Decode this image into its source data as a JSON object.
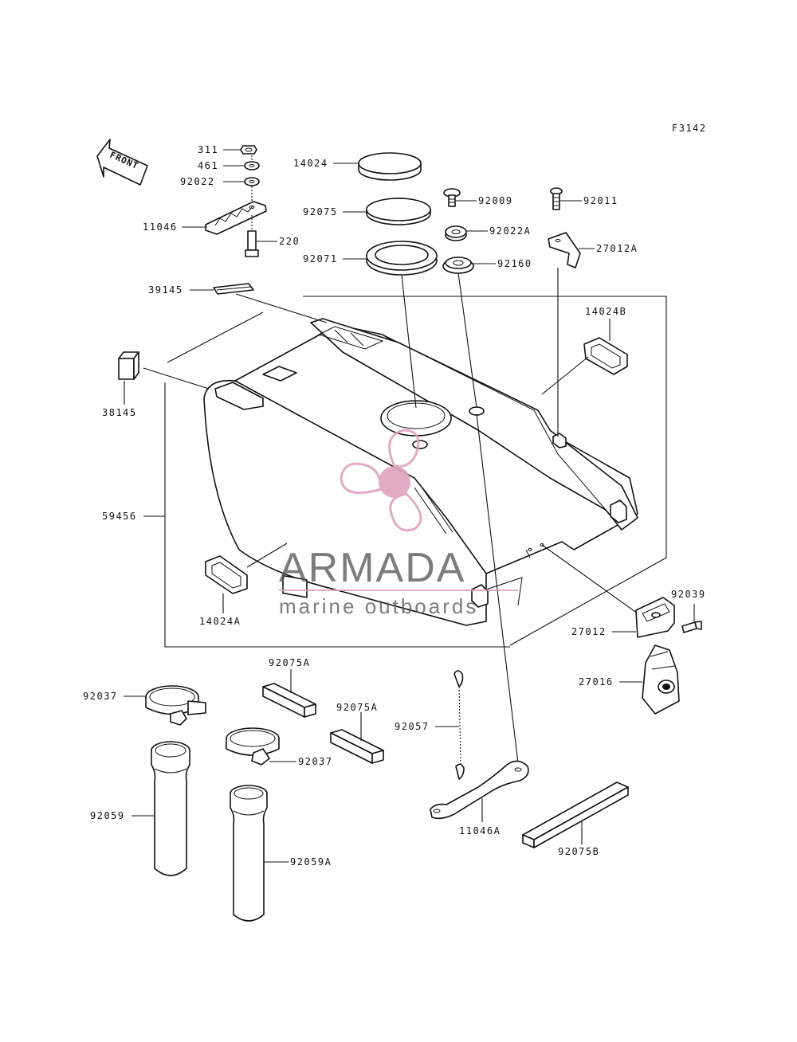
{
  "figure_code": "F3142",
  "front_arrow": {
    "label": "FRONT"
  },
  "parts": {
    "p311": "311",
    "p461": "461",
    "p92022": "92022",
    "p11046": "11046",
    "p220": "220",
    "p14024": "14024",
    "p92075": "92075",
    "p92071": "92071",
    "p92009": "92009",
    "p92022A": "92022A",
    "p92160": "92160",
    "p92011": "92011",
    "p27012A": "27012A",
    "p39145": "39145",
    "p14024B": "14024B",
    "p38145": "38145",
    "p59456": "59456",
    "p14024A": "14024A",
    "p92039": "92039",
    "p27012": "27012",
    "p27016": "27016",
    "p92075A_1": "92075A",
    "p92075A_2": "92075A",
    "p92037_1": "92037",
    "p92037_2": "92037",
    "p92057": "92057",
    "p92059": "92059",
    "p92059A": "92059A",
    "p11046A": "11046A",
    "p92075B": "92075B"
  },
  "watermark": {
    "brand": "ARMADA",
    "tagline": "marine outboards",
    "color": "#e0a3bf"
  }
}
